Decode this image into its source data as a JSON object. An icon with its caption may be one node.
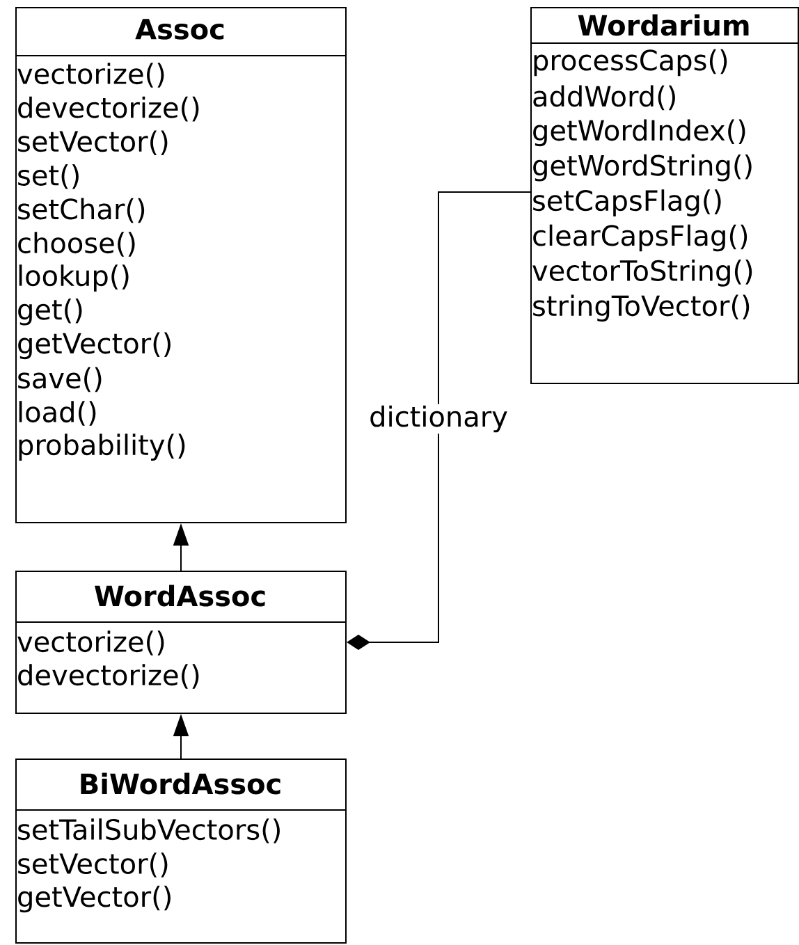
{
  "diagram": {
    "nodes": [
      {
        "text": [
          "Assoc",
          "vectorize()",
          "devectorize()",
          "setVector()",
          "set()",
          "setChar()",
          "choose()",
          "lookup()",
          "get()",
          "getVector()",
          "save()",
          "load()",
          "probability()"
        ]
      },
      {
        "text": [
          "Wordarium",
          "processCaps()",
          "addWord()",
          "getWordIndex()",
          "getWordString()",
          "setCapsFlag()",
          "clearCapsFlag()",
          "vectorToString()",
          "stringToVector()"
        ]
      },
      {
        "text": [
          "WordAssoc",
          "vectorize()",
          "devectorize()"
        ]
      },
      {
        "text": [
          "BiWordAssoc",
          "setTailSubVectors()",
          "setVector()",
          "getVector()"
        ]
      }
    ],
    "edges": [
      {
        "from": 2,
        "to": 0,
        "arrow": "to"
      },
      {
        "from": 3,
        "to": 2,
        "arrow": "to"
      },
      {
        "from": 1,
        "to": 2,
        "arrow": "other",
        "label": "dictionary"
      }
    ]
  }
}
